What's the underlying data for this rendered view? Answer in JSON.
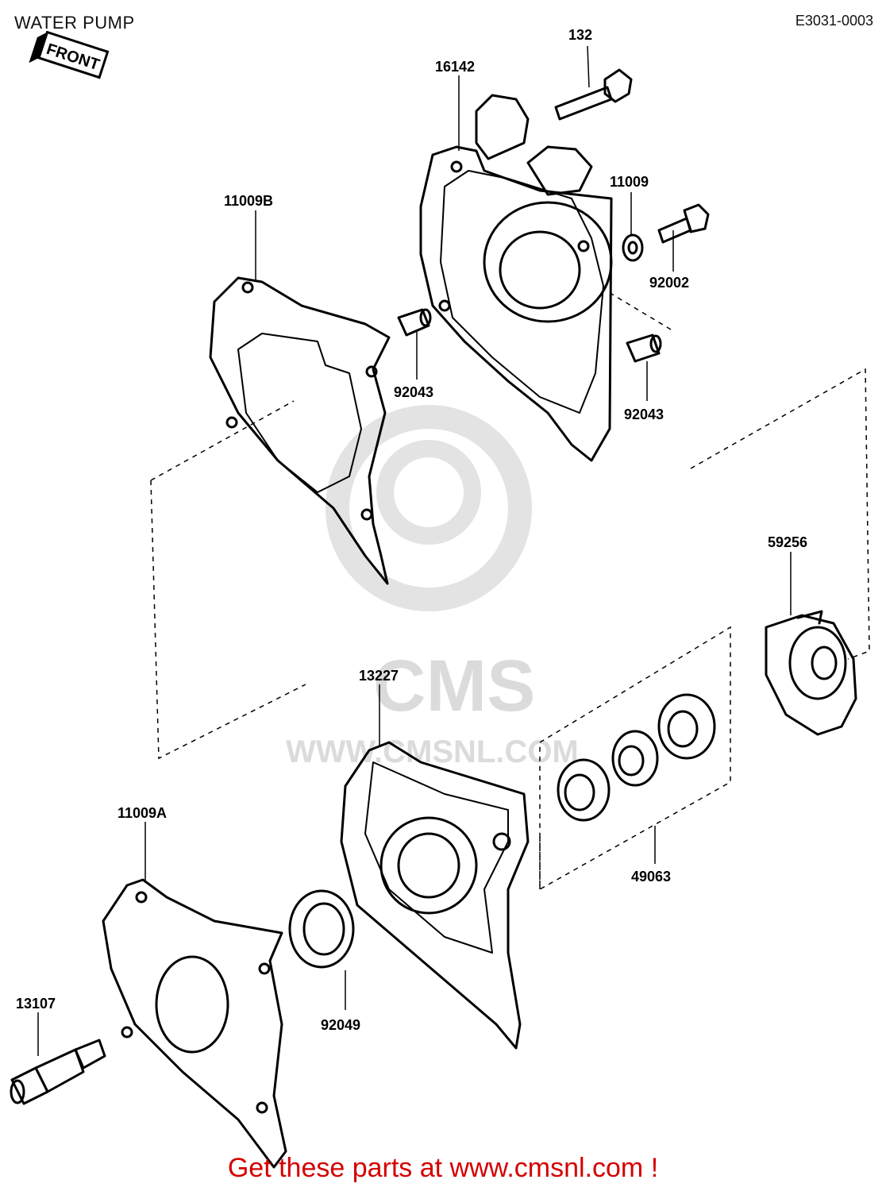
{
  "header": {
    "title": "WATER PUMP",
    "code": "E3031-0003"
  },
  "front_tag": "FRONT",
  "parts": {
    "p132": "132",
    "p16142": "16142",
    "p11009": "11009",
    "p92002": "92002",
    "p11009b": "11009B",
    "p92043a": "92043",
    "p92043b": "92043",
    "p59256": "59256",
    "p13227": "13227",
    "p49063": "49063",
    "p11009a": "11009A",
    "p92049": "92049",
    "p13107": "13107"
  },
  "watermark": {
    "brand": "CMS",
    "url": "WWW.CMSNL.COM"
  },
  "footer": {
    "text": "Get these parts at www.cmsnl.com !"
  },
  "colors": {
    "footer_text": "#d40000",
    "line": "#000000",
    "watermark": "#d8d8d8"
  }
}
